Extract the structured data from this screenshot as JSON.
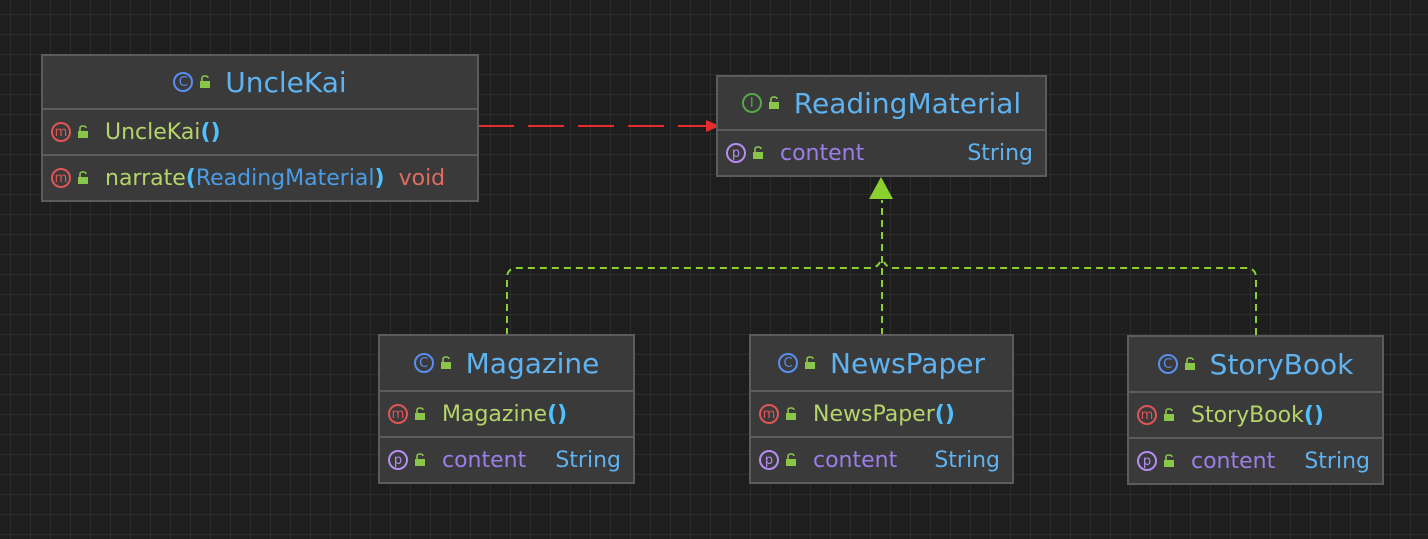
{
  "colors": {
    "dependency_arrow": "#e82c2c",
    "realization_arrow": "#8ad12d",
    "class_badge": "#5a8ef0",
    "interface_badge": "#57a64a",
    "method_badge": "#e05555",
    "property_badge": "#b48ef0"
  },
  "classes": {
    "uncle_kai": {
      "badge": "C",
      "name": "UncleKai",
      "ctor": {
        "badge": "m",
        "name": "UncleKai",
        "parens": "()"
      },
      "method": {
        "badge": "m",
        "name": "narrate",
        "open": "(",
        "param": "ReadingMaterial",
        "close": ")",
        "ret": "void"
      }
    },
    "reading_material": {
      "badge": "I",
      "name": "ReadingMaterial",
      "field": {
        "badge": "p",
        "name": "content",
        "type": "String"
      }
    },
    "magazine": {
      "badge": "C",
      "name": "Magazine",
      "ctor": {
        "badge": "m",
        "name": "Magazine",
        "parens": "()"
      },
      "field": {
        "badge": "p",
        "name": "content",
        "type": "String"
      }
    },
    "newspaper": {
      "badge": "C",
      "name": "NewsPaper",
      "ctor": {
        "badge": "m",
        "name": "NewsPaper",
        "parens": "()"
      },
      "field": {
        "badge": "p",
        "name": "content",
        "type": "String"
      }
    },
    "storybook": {
      "badge": "C",
      "name": "StoryBook",
      "ctor": {
        "badge": "m",
        "name": "StoryBook",
        "parens": "()"
      },
      "field": {
        "badge": "p",
        "name": "content",
        "type": "String"
      }
    }
  }
}
